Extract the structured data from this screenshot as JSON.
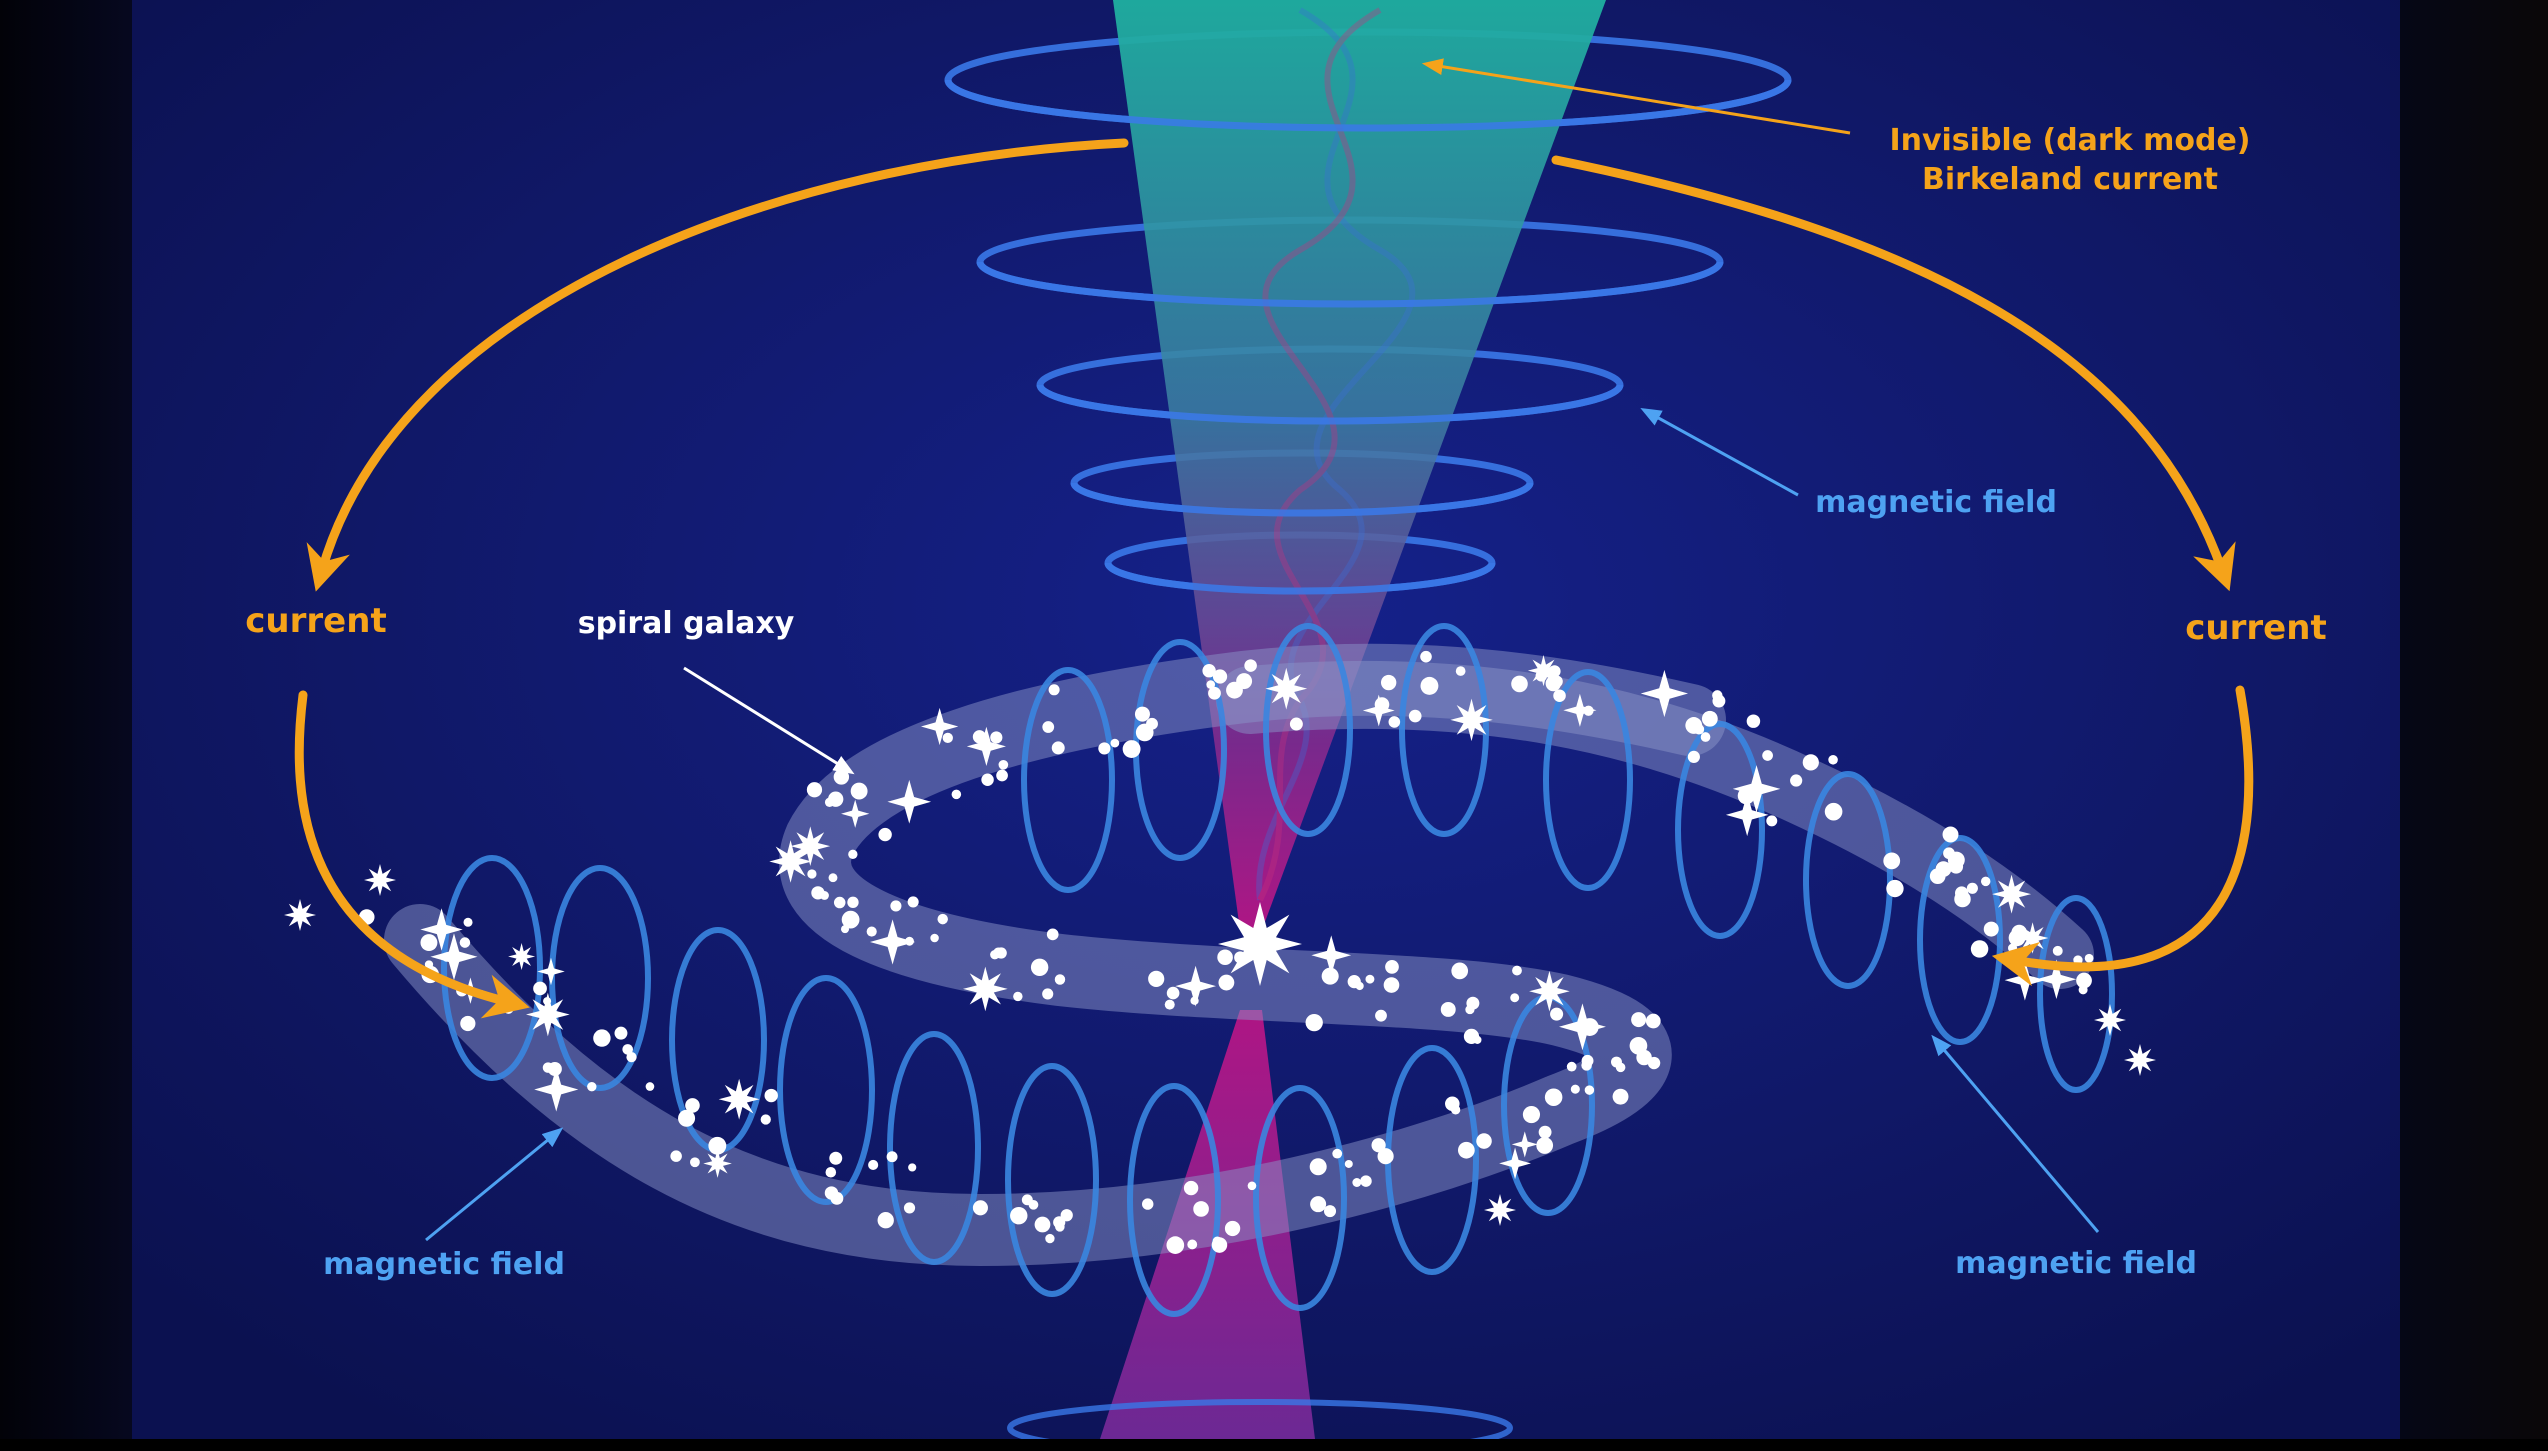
{
  "labels": {
    "invisible_line1": "Invisible (dark mode)",
    "invisible_line2": "Birkeland current",
    "magnetic_field_upper": "magnetic field",
    "current_left": "current",
    "current_right": "current",
    "spiral_galaxy": "spiral galaxy",
    "magnetic_field_lower_left": "magnetic field",
    "magnetic_field_lower_right": "magnetic field"
  },
  "colors": {
    "background": "#0f1668",
    "current_arrow": "#f5a31a",
    "current_label": "#f5a31a",
    "magnetic_field_ring": "#3a78e8",
    "magnetic_field_label": "#4ea2f2",
    "beam_top": "#1fa39a",
    "beam_bottom": "#b01a7a",
    "galaxy_band": "#8a93c8",
    "star": "#ffffff",
    "pointer_white": "#ffffff"
  },
  "icons": [
    "current-arrow",
    "magnetic-field-ring",
    "star-icon",
    "birkeland-current-beam",
    "galaxy-core-star"
  ]
}
